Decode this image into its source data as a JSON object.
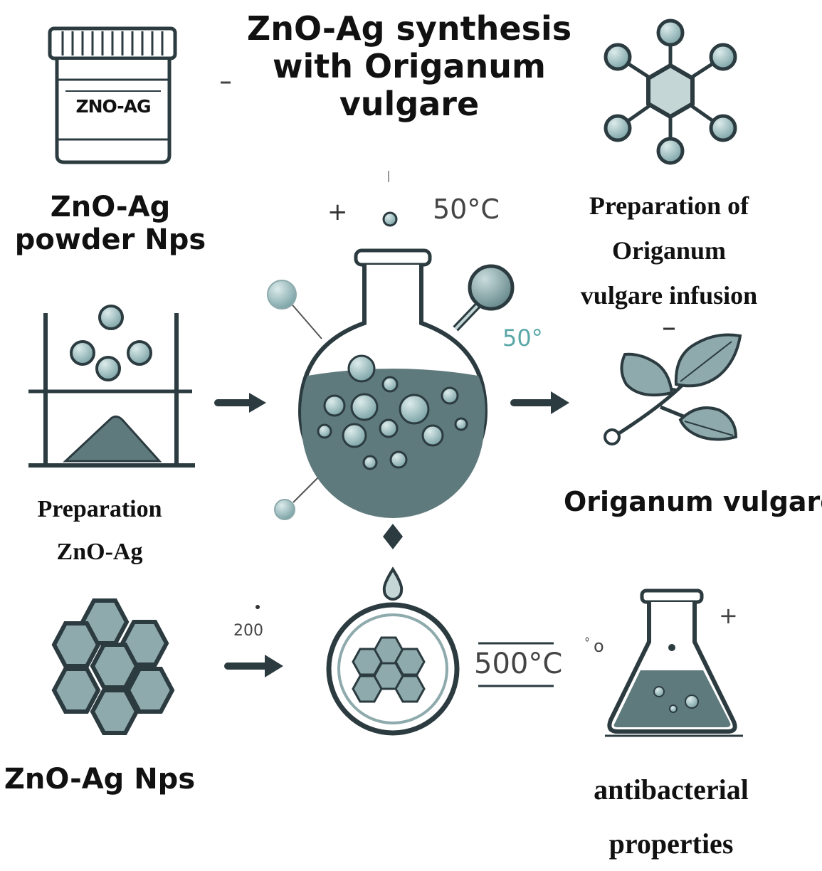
{
  "title": "ZnO-Ag synthesis\nwith Origanum\nvulgare",
  "labels": {
    "jar_text": "ZNO-AG",
    "powder": "ZnO-Ag\npowder Nps",
    "preparation_znoag": "Preparation\nZnO-Ag",
    "znoag_nps": "ZnO-Ag Nps",
    "prep_infusion": "Preparation of\nOriganum\nvulgare infusion",
    "origanum": "Origanum vulgare",
    "antibacterial": "antibacterial\nproperties"
  },
  "annotations": {
    "temp_top": "50°C",
    "temp_side": "50°",
    "value_200": "200",
    "temp_500": "500°C",
    "plus": "+",
    "small_o": "ﾟo"
  },
  "colors": {
    "outline": "#2b3b40",
    "fill_dark": "#5f7a7d",
    "fill_mid": "#8eaaac",
    "fill_light": "#c4d6d6",
    "bubble": "#9fc3c6",
    "teal_text": "#5aa7a8"
  },
  "icons": [
    "jar-icon",
    "molecule-icon",
    "round-flask-icon",
    "powder-stand-icon",
    "leaf-branch-icon",
    "hexagon-cluster-icon",
    "petri-dish-icon",
    "erlenmeyer-flask-icon",
    "arrow-right-icon",
    "arrow-down-icon"
  ]
}
